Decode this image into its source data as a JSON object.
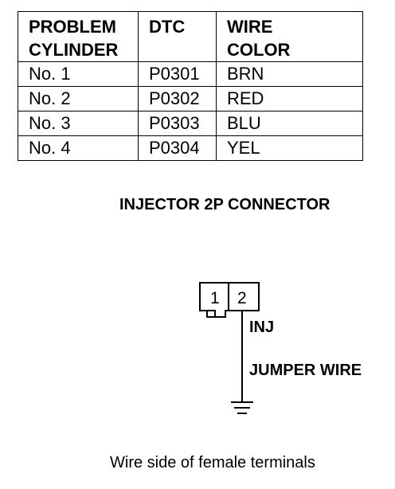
{
  "table": {
    "headers": [
      [
        "PROBLEM",
        "CYLINDER"
      ],
      [
        "DTC",
        ""
      ],
      [
        "WIRE",
        "COLOR"
      ]
    ],
    "rows": [
      [
        "No. 1",
        "P0301",
        "BRN"
      ],
      [
        "No. 2",
        "P0302",
        "RED"
      ],
      [
        "No. 3",
        "P0303",
        "BLU"
      ],
      [
        "No. 4",
        "P0304",
        "YEL"
      ]
    ]
  },
  "diagram": {
    "connector_title": "INJECTOR 2P CONNECTOR",
    "pin_1": "1",
    "pin_2": "2",
    "inj_label": "INJ",
    "jumper_label": "JUMPER WIRE",
    "caption": "Wire side of female terminals"
  }
}
